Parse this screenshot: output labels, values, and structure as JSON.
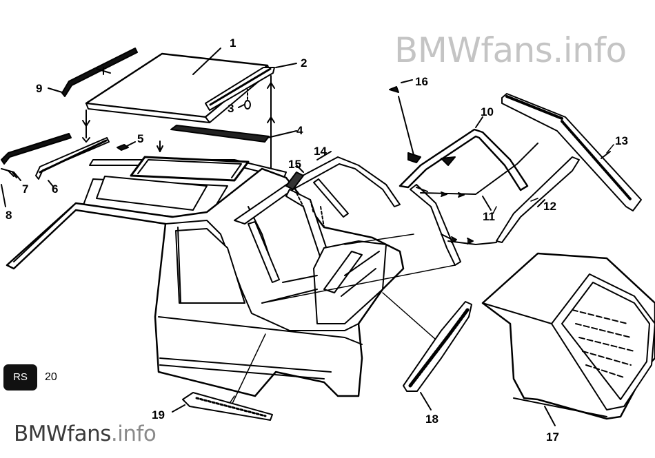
{
  "watermark": {
    "brand": "BMWfans",
    "suffix": ".info"
  },
  "rs_badge": {
    "label": "RS",
    "number": "20"
  },
  "callouts": [
    "1",
    "2",
    "3",
    "4",
    "5",
    "6",
    "7",
    "8",
    "9",
    "10",
    "11",
    "12",
    "13",
    "14",
    "15",
    "16",
    "17",
    "18",
    "19"
  ],
  "colors": {
    "line": "#000000",
    "background": "#ffffff",
    "watermark_top": "#c4c4c4",
    "watermark_bottom": "#3a3a3a"
  }
}
